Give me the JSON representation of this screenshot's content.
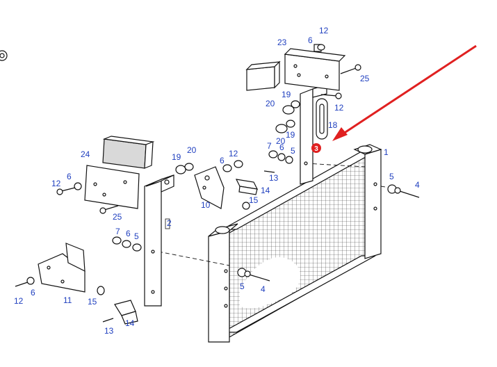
{
  "diagram": {
    "part_labels": [
      {
        "id": "1",
        "text": "1"
      },
      {
        "id": "2",
        "text": "2"
      },
      {
        "id": "4a",
        "text": "4"
      },
      {
        "id": "4b",
        "text": "4"
      },
      {
        "id": "5a",
        "text": "5"
      },
      {
        "id": "5b",
        "text": "5"
      },
      {
        "id": "5c",
        "text": "5"
      },
      {
        "id": "5d",
        "text": "5"
      },
      {
        "id": "6a",
        "text": "6"
      },
      {
        "id": "6b",
        "text": "6"
      },
      {
        "id": "6c",
        "text": "6"
      },
      {
        "id": "6d",
        "text": "6"
      },
      {
        "id": "6e",
        "text": "6"
      },
      {
        "id": "6f",
        "text": "6"
      },
      {
        "id": "7a",
        "text": "7"
      },
      {
        "id": "7b",
        "text": "7"
      },
      {
        "id": "10",
        "text": "10"
      },
      {
        "id": "11",
        "text": "11"
      },
      {
        "id": "12a",
        "text": "12"
      },
      {
        "id": "12b",
        "text": "12"
      },
      {
        "id": "12c",
        "text": "12"
      },
      {
        "id": "12d",
        "text": "12"
      },
      {
        "id": "12e",
        "text": "12"
      },
      {
        "id": "13a",
        "text": "13"
      },
      {
        "id": "13b",
        "text": "13"
      },
      {
        "id": "14a",
        "text": "14"
      },
      {
        "id": "14b",
        "text": "14"
      },
      {
        "id": "15a",
        "text": "15"
      },
      {
        "id": "15b",
        "text": "15"
      },
      {
        "id": "18",
        "text": "18"
      },
      {
        "id": "19a",
        "text": "19"
      },
      {
        "id": "19b",
        "text": "19"
      },
      {
        "id": "19c",
        "text": "19"
      },
      {
        "id": "20a",
        "text": "20"
      },
      {
        "id": "20b",
        "text": "20"
      },
      {
        "id": "20c",
        "text": "20"
      },
      {
        "id": "23",
        "text": "23"
      },
      {
        "id": "24",
        "text": "24"
      },
      {
        "id": "25a",
        "text": "25"
      },
      {
        "id": "25b",
        "text": "25"
      }
    ],
    "highlight": {
      "text": "3",
      "color": "#e02020"
    },
    "arrow_color": "#e02020",
    "label_color": "#1f3fbf"
  }
}
